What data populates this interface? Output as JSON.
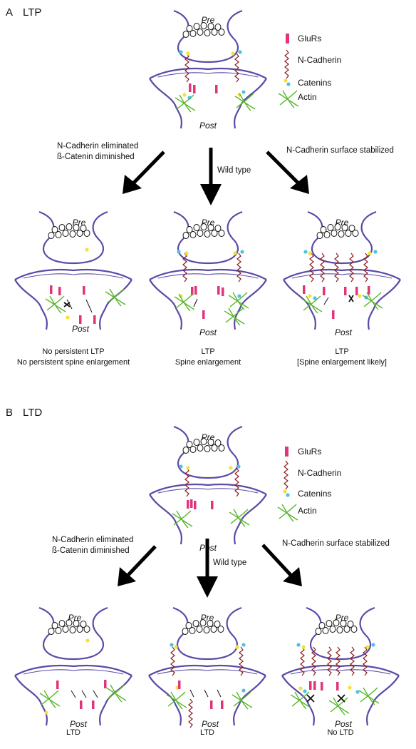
{
  "panels": [
    {
      "letter": "A",
      "title": "LTP",
      "legend": {
        "glurs": "GluRs",
        "ncadherin": "N-Cadherin",
        "catenins": "Catenins",
        "actin": "Actin"
      },
      "pre": "Pre",
      "post": "Post",
      "left_condition_line1": "N-Cadherin eliminated",
      "left_condition_line2": "ß-Catenin diminished",
      "middle_condition": "Wild type",
      "right_condition": "N-Cadherin surface stabilized",
      "outcomes": [
        {
          "line1": "No persistent LTP",
          "line2": "No persistent spine enlargement"
        },
        {
          "line1": "LTP",
          "line2": "Spine enlargement"
        },
        {
          "line1": "LTP",
          "line2": "[Spine enlargement likely]"
        }
      ]
    },
    {
      "letter": "B",
      "title": "LTD",
      "legend": {
        "glurs": "GluRs",
        "ncadherin": "N-Cadherin",
        "catenins": "Catenins",
        "actin": "Actin"
      },
      "pre": "Pre",
      "post": "Post",
      "left_condition_line1": "N-Cadherin eliminated",
      "left_condition_line2": "ß-Catenin diminished",
      "middle_condition": "Wild type",
      "right_condition": "N-Cadherin surface stabilized",
      "outcomes": [
        {
          "line1": "LTD",
          "line2": ""
        },
        {
          "line1": "LTD",
          "line2": ""
        },
        {
          "line1": "No LTD",
          "line2": ""
        }
      ]
    }
  ],
  "colors": {
    "membrane": "#5b4aa7",
    "glur": "#e0357a",
    "catenin_yellow": "#f3e23a",
    "catenin_blue": "#4fc1e9",
    "cadherin": "#8b1f1f",
    "actin": "#5ab82e"
  }
}
